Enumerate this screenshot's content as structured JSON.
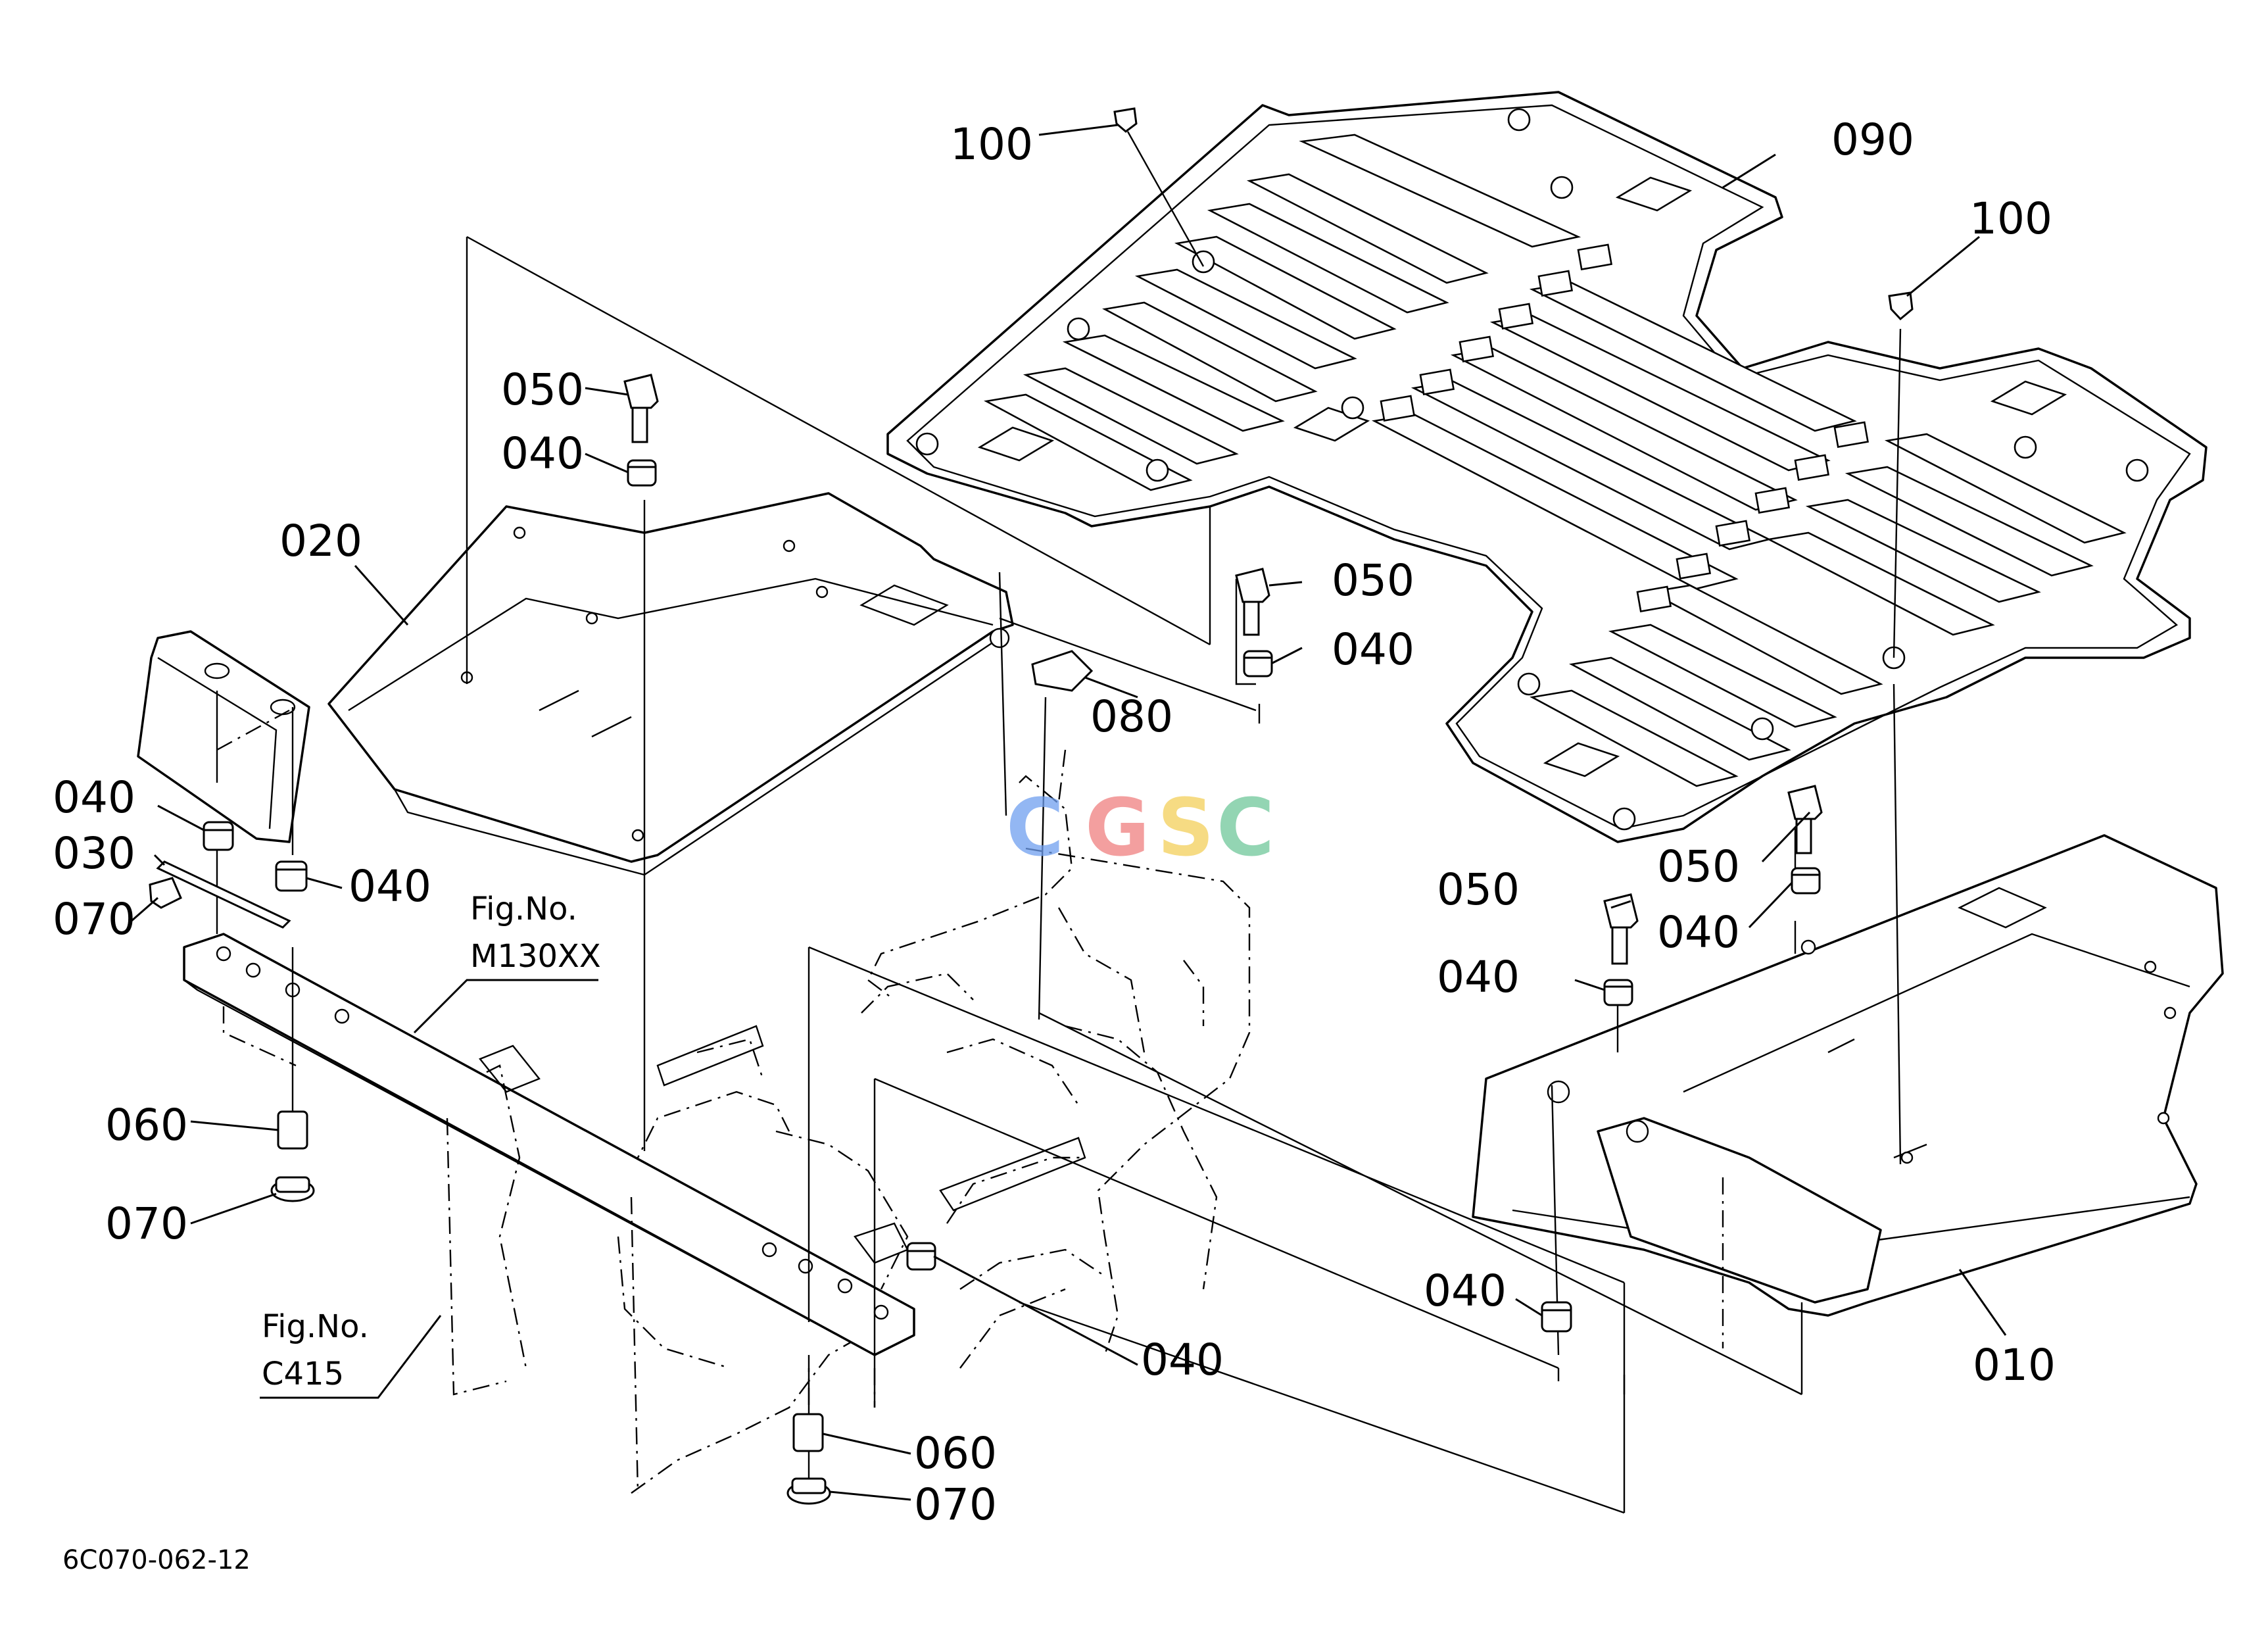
{
  "document_id": "6C070-062-12",
  "watermark": {
    "letters": [
      "C",
      "G",
      "S",
      "C"
    ],
    "colors": [
      "#6f9ff0",
      "#f07f7f",
      "#f3cf5a",
      "#6fc79a"
    ]
  },
  "figure_refs": [
    {
      "label": "Fig.No.",
      "ref": "M130XX"
    },
    {
      "label": "Fig.No.",
      "ref": "C415"
    }
  ],
  "callouts": [
    "100",
    "090",
    "100",
    "050",
    "040",
    "020",
    "050",
    "040",
    "080",
    "040",
    "030",
    "070",
    "040",
    "050",
    "040",
    "050",
    "040",
    "060",
    "070",
    "040",
    "040",
    "060",
    "070",
    "010"
  ]
}
